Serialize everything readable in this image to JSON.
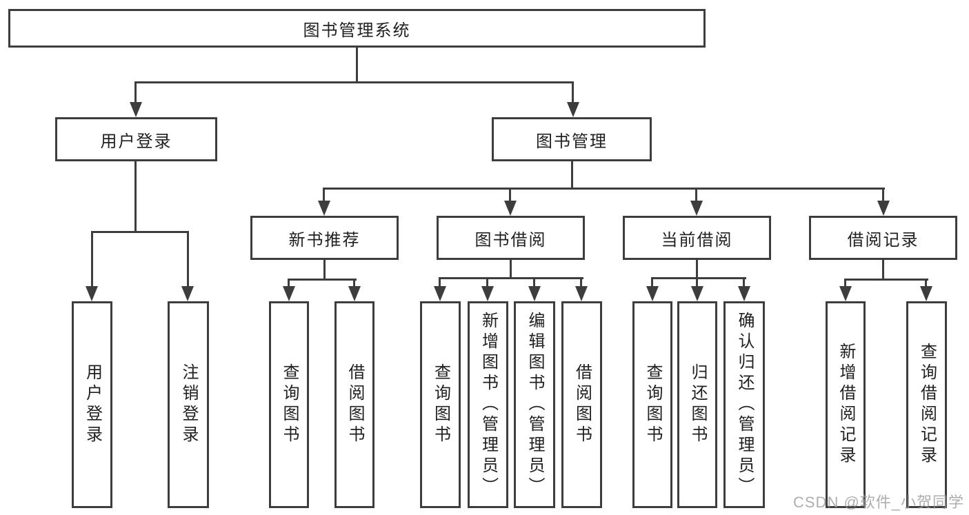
{
  "diagram": {
    "root": {
      "label": "图书管理系统"
    },
    "branches": [
      {
        "label": "用户登录",
        "children": [
          {
            "label": "用户登录"
          },
          {
            "label": "注销登录"
          }
        ]
      },
      {
        "label": "图书管理",
        "groups": [
          {
            "label": "新书推荐",
            "children": [
              {
                "label": "查询图书"
              },
              {
                "label": "借阅图书"
              }
            ]
          },
          {
            "label": "图书借阅",
            "children": [
              {
                "label": "查询图书"
              },
              {
                "label": "新增图书（管理员）"
              },
              {
                "label": "编辑图书（管理员）"
              },
              {
                "label": "借阅图书"
              }
            ]
          },
          {
            "label": "当前借阅",
            "children": [
              {
                "label": "查询图书"
              },
              {
                "label": "归还图书"
              },
              {
                "label": "确认归还（管理员）"
              }
            ]
          },
          {
            "label": "借阅记录",
            "children": [
              {
                "label": "新增借阅记录"
              },
              {
                "label": "查询借阅记录"
              }
            ]
          }
        ]
      }
    ]
  },
  "watermark": {
    "text": "CSDN @软件_小贺同学"
  },
  "colors": {
    "line": "#3d3d3d",
    "text": "#1f1f1f",
    "background": "#ffffff",
    "watermark": "#9b9b9b"
  }
}
